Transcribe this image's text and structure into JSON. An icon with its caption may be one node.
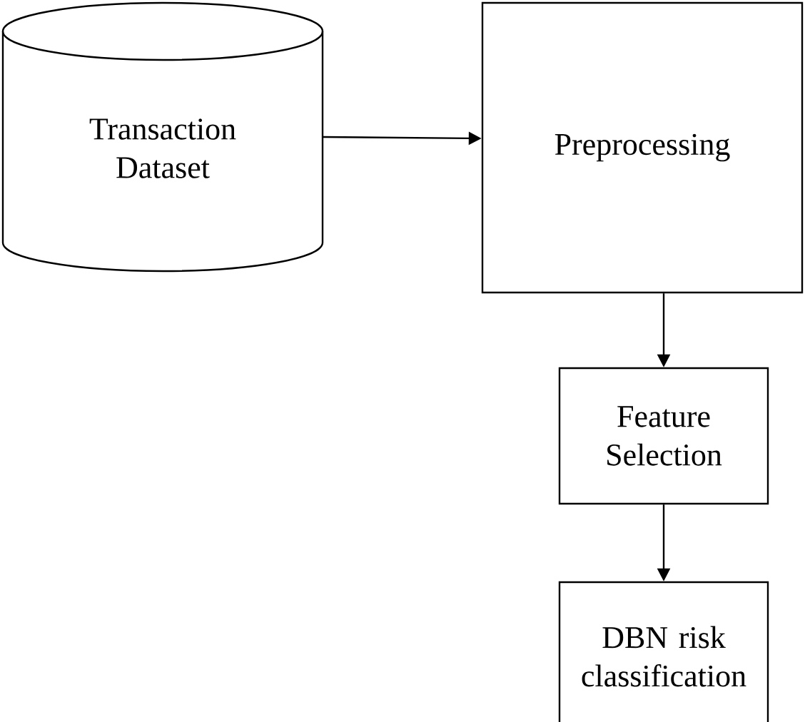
{
  "diagram": {
    "nodes": [
      {
        "text": [
          "Transaction Dataset"
        ]
      },
      {
        "text": [
          "Preprocessing"
        ]
      },
      {
        "text": [
          "Feature Selection"
        ]
      },
      {
        "text": [
          "DBN risk classification"
        ]
      }
    ],
    "edges": [
      {
        "from": 0,
        "to": 1,
        "arrow": "to"
      },
      {
        "from": 1,
        "to": 2,
        "arrow": "to"
      },
      {
        "from": 2,
        "to": 3,
        "arrow": "to"
      }
    ]
  }
}
